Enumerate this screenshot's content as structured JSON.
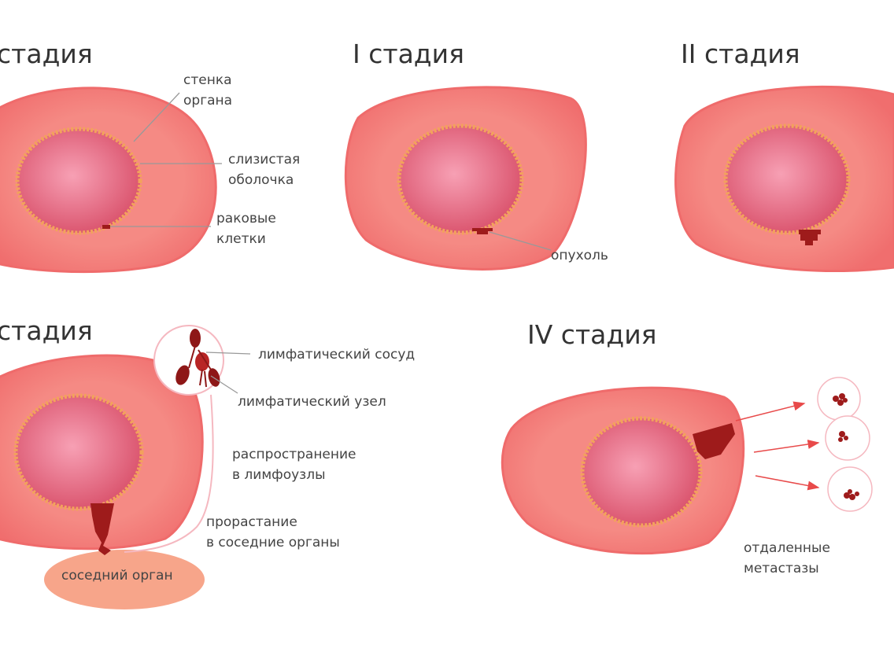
{
  "stages": {
    "stage0": {
      "title": "стадия"
    },
    "stage1": {
      "title": "I стадия"
    },
    "stage2": {
      "title": "II стадия"
    },
    "stage3": {
      "title": "стадия"
    },
    "stage4": {
      "title": "IV стадия"
    }
  },
  "labels": {
    "organ_wall": [
      "стенка",
      "органа"
    ],
    "mucosa": [
      "слизистая",
      "оболочка"
    ],
    "cancer_cells": [
      "раковые",
      "клетки"
    ],
    "tumor": "опухоль",
    "lymph_vessel": "лимфатический сосуд",
    "lymph_node": "лимфатический узел",
    "lymph_spread": [
      "распространение",
      "в лимфоузлы"
    ],
    "invasion": [
      "прорастание",
      "в соседние органы"
    ],
    "neighbor_organ": "соседний орган",
    "metastases": [
      "отдаленные",
      "метастазы"
    ]
  },
  "colors": {
    "wall": "#f27775",
    "lumen": "#e45d78",
    "mucosa": "#f2a25c",
    "tumor": "#9e1b1b",
    "neighbor_organ": "#f7a58a",
    "arrow": "#e84a4a"
  }
}
